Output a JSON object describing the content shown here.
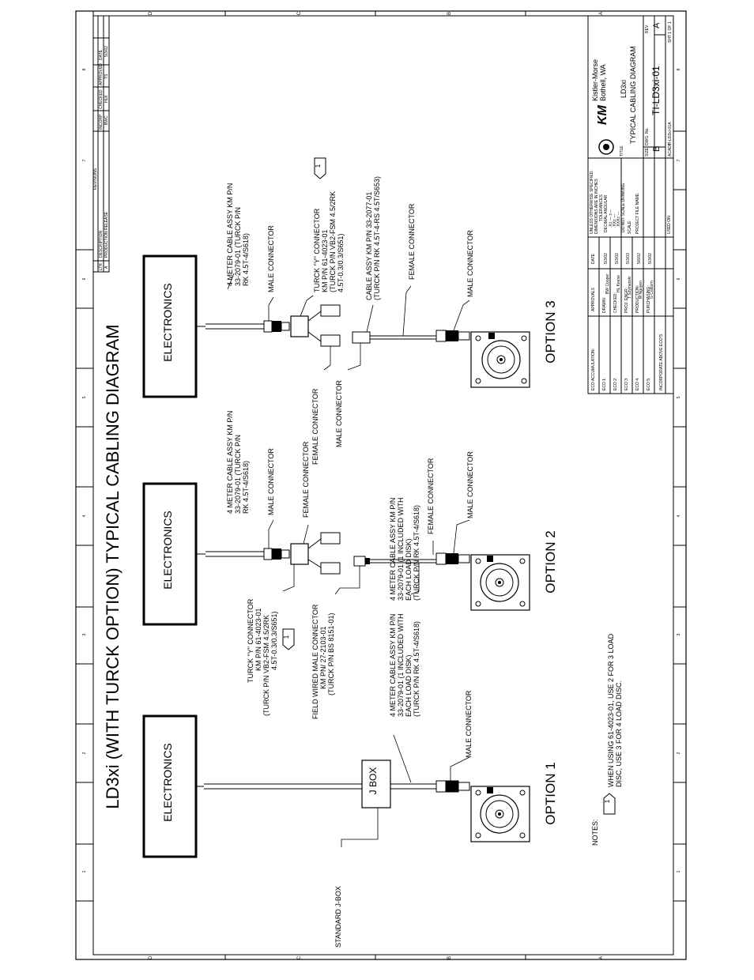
{
  "title": "LD3xi (WITH TURCK OPTION) TYPICAL CABLING DIAGRAM",
  "zone_letters": [
    "D",
    "C",
    "B",
    "A"
  ],
  "zone_numbers": [
    "1",
    "2",
    "3",
    "4",
    "5",
    "6",
    "7",
    "8"
  ],
  "electronics_label": "ELECTRONICS",
  "jbox_label": "J BOX",
  "standard_jbox": "STANDARD J-BOX",
  "options": [
    "OPTION 1",
    "OPTION 2",
    "OPTION 3"
  ],
  "labels": {
    "male_connector": "MALE CONNECTOR",
    "female_connector": "FEMALE CONNECTOR",
    "cable_4m": [
      "4 METER CABLE ASSY KM P/N",
      "33-2079-01 (TURCK P/N",
      "RK 4.5T-4/S618)"
    ],
    "cable_4m_opt1": [
      "4 METER CABLE ASSY KM P/N",
      "33-2079-01 (1 INCLUDED WITH",
      "EACH LOAD DISK)",
      "(TURCK P/N RK 4.5T-4/S618)"
    ],
    "turck_y_opt2": [
      "TURCK \"Y\" CONNECTOR",
      "KM P/N 61-4023-01",
      "(TURCK P/N VB2-FSM 4.5/2RK",
      "4.5T-0.3/0.3/S651)"
    ],
    "field_wired": [
      "FIELD WIRED MALE CONNECTOR",
      "KM PN/ 27-2103-01",
      "(TURCK P/N BS 8151-01)"
    ],
    "turck_y_opt3": [
      "TURCK \"Y\" CONNECTOR",
      "KM P/N 61-4023-01",
      "(TURCK P/N VB2-FSM 4.5/2RK",
      "4.5T-0.3/0.3/S651)"
    ],
    "cable_assy_opt3": [
      "CABLE ASSY KM P/N 33-2077-01",
      "(TURCK P/N RK 4.5T-4-RS 4.5T/S653)"
    ]
  },
  "notes": {
    "heading": "NOTES:",
    "marker": "1",
    "lines": [
      "WHEN USING 61-4023-01, USE 2 FOR 3 LOAD",
      "DISC, USE 3 FOR 4 LOAD DISC."
    ]
  },
  "revisions": {
    "heading": "REVISIONS",
    "columns": [
      "LTR",
      "DESCRIPTION",
      "INCORP",
      "CHECKED",
      "APPROVED",
      "DATE"
    ],
    "row": [
      "A",
      "PRODUCTION RELEASE",
      "BWC",
      "HLK",
      "TS",
      "5/3/02"
    ]
  },
  "eco_block": {
    "header": [
      "ECO ACCUMULATION:",
      "APPROVALS",
      "DATE"
    ],
    "eco_rows": [
      "ECO 1:",
      "ECO 2:",
      "ECO 3:",
      "ECO 4:",
      "ECO 5:"
    ],
    "incorporate": "INCORPORATE ABOVE ECO'S",
    "approvals": [
      {
        "role": "DRAWN:",
        "name": "BW Cooper",
        "date": "5/3/02"
      },
      {
        "role": "CHECKED:",
        "name": "HL Keene",
        "date": "5/3/02"
      },
      {
        "role": "PROJ. ENGR:",
        "name": "T Szymanski",
        "date": "5/3/03"
      },
      {
        "role": "PRODUCTION:",
        "name": "M Nguyen",
        "date": "5/6/02"
      },
      {
        "role": "PURCHASING:",
        "name": "G Colburn",
        "date": "5/3/02"
      }
    ]
  },
  "tolerances": {
    "lines": [
      "UNLESS OTHERWISE SPECIFIED:",
      "DIMENSIONS ARE IN INCHES",
      "TOLERANCES",
      "DECIMAL      ANGULAR",
      ".X± ---         ±---",
      ".XX± ---",
      ".XXX± ---",
      "DO NOT SCALE DRAWING"
    ],
    "scale": "SCALE:",
    "project_file": "PROJECT FILE NAME:",
    "used_on": "USED ON:"
  },
  "title_block": {
    "logo": "KM",
    "company": "Kistler-Morse",
    "location": "Bothell, WA",
    "title_label": "TITLE",
    "title_lines": [
      "LD3xi",
      "TYPICAL CABLING DIAGRAM"
    ],
    "size_label": "SIZE",
    "size": "B",
    "dwg_label": "DWG. No.",
    "dwg_no": "TI-LD3xi-01",
    "rev_label": "REV.",
    "rev": "A",
    "acad_label": "ACAD#",
    "acad": "TI-LD3xi-01A",
    "sheet": "SHT 1 OF 1"
  }
}
